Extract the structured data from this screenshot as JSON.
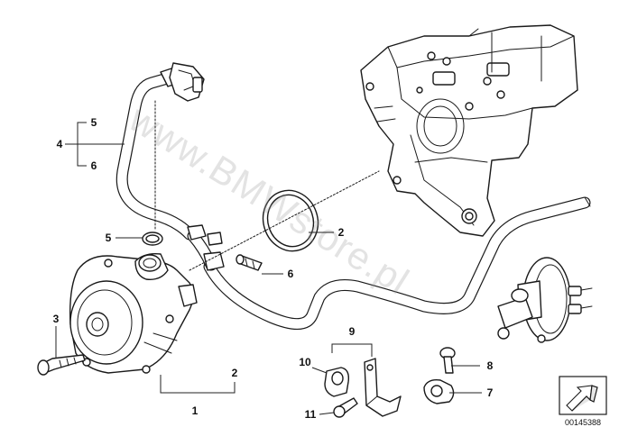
{
  "watermark": "www.BMWstore.pl",
  "callouts": {
    "c1": "1",
    "c2a": "2",
    "c2b": "2",
    "c3": "3",
    "c4": "4",
    "c5a": "5",
    "c5b": "5",
    "c6a": "6",
    "c6b": "6",
    "c7": "7",
    "c8": "8",
    "c9": "9",
    "c10": "10",
    "c11": "11"
  },
  "reference_number": "00145388",
  "colors": {
    "line": "#1a1a1a",
    "watermark": "#9a9a9a",
    "background": "#ffffff"
  }
}
